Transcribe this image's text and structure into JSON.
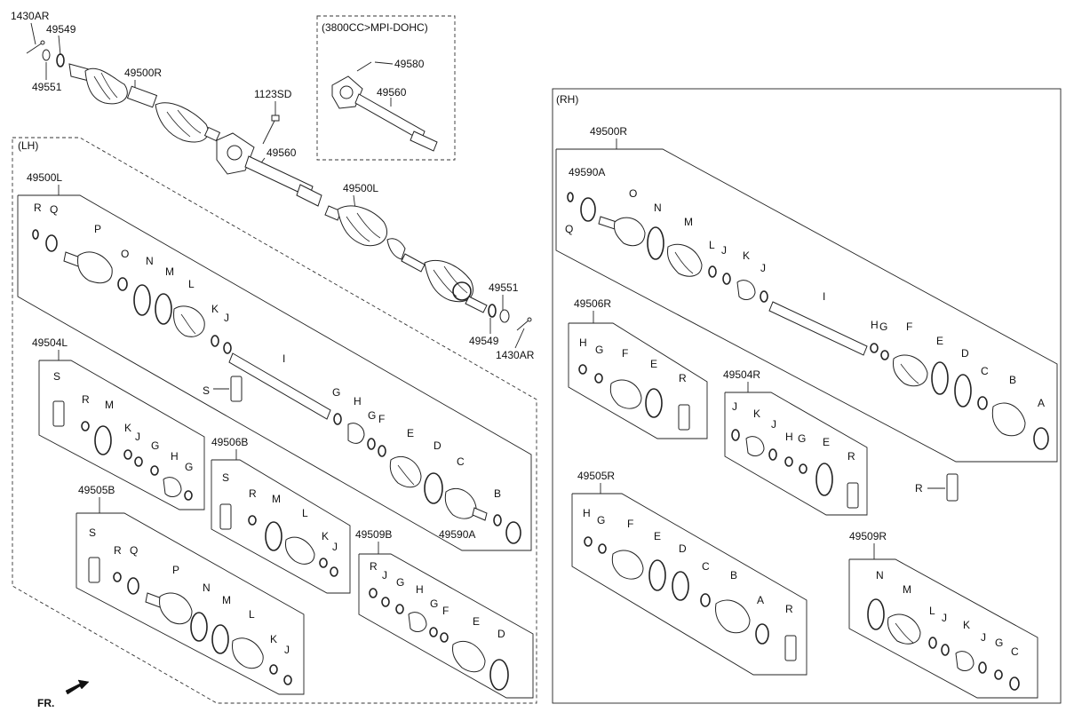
{
  "labels": {
    "p1430ar_top": "1430AR",
    "p49549_top": "49549",
    "p49551_top": "49551",
    "p49500r_top": "49500R",
    "p1123sd": "1123SD",
    "p49560_main": "49560",
    "p49500l_main": "49500L",
    "p49551_bot": "49551",
    "p49549_bot": "49549",
    "p1430ar_bot": "1430AR",
    "mpi_note": "(3800CC>MPI-DOHC)",
    "mpi_49580": "49580",
    "mpi_49560": "49560",
    "fr": "FR."
  },
  "lh": {
    "title": "(LH)",
    "kit_49500l": {
      "name": "49500L",
      "parts": [
        "R",
        "Q",
        "P",
        "O",
        "N",
        "M",
        "L",
        "K",
        "J",
        "S",
        "I",
        "G",
        "H",
        "G",
        "F",
        "E",
        "D",
        "C",
        "B",
        "49590A"
      ]
    },
    "kit_49504l": {
      "name": "49504L",
      "parts": [
        "S",
        "R",
        "M",
        "K",
        "J",
        "G",
        "H",
        "G"
      ]
    },
    "kit_49506b": {
      "name": "49506B",
      "parts": [
        "S",
        "R",
        "M",
        "L",
        "K",
        "J"
      ]
    },
    "kit_49505b": {
      "name": "49505B",
      "parts": [
        "S",
        "R",
        "Q",
        "P",
        "N",
        "M",
        "L",
        "K",
        "J"
      ]
    },
    "kit_49509b": {
      "name": "49509B",
      "parts": [
        "R",
        "J",
        "G",
        "H",
        "G",
        "F",
        "E",
        "D"
      ]
    }
  },
  "rh": {
    "title": "(RH)",
    "kit_49500r": {
      "name": "49500R",
      "parts": [
        "49590A",
        "Q",
        "O",
        "N",
        "M",
        "L",
        "J",
        "K",
        "J",
        "I",
        "H",
        "G",
        "F",
        "E",
        "D",
        "C",
        "B",
        "A"
      ]
    },
    "kit_49506r": {
      "name": "49506R",
      "parts": [
        "H",
        "G",
        "F",
        "E",
        "R"
      ]
    },
    "kit_49504r": {
      "name": "49504R",
      "parts": [
        "J",
        "K",
        "J",
        "H",
        "G",
        "E",
        "R"
      ]
    },
    "loose_r": "R",
    "kit_49505r": {
      "name": "49505R",
      "parts": [
        "H",
        "G",
        "F",
        "E",
        "D",
        "C",
        "B",
        "A",
        "R"
      ]
    },
    "kit_49509r": {
      "name": "49509R",
      "parts": [
        "N",
        "M",
        "L",
        "J",
        "K",
        "J",
        "G",
        "C"
      ]
    }
  }
}
